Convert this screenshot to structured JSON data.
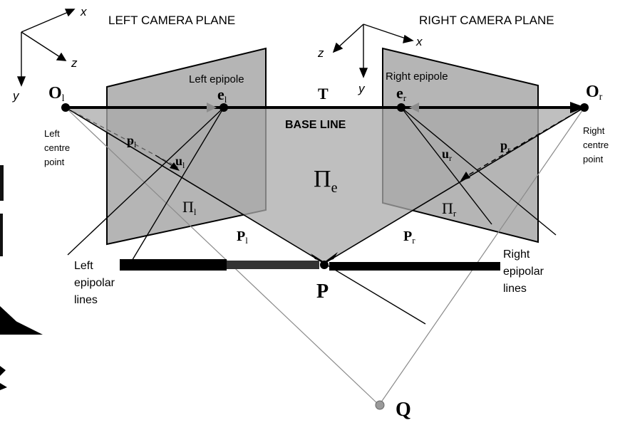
{
  "titles": {
    "left_camera_plane": "LEFT CAMERA PLANE",
    "right_camera_plane": "RIGHT CAMERA PLANE"
  },
  "axes_left": {
    "x": "x",
    "y": "y",
    "z": "z"
  },
  "axes_right": {
    "x": "x",
    "y": "y",
    "z": "z"
  },
  "points": {
    "O_left": {
      "main": "O",
      "sub": "l"
    },
    "O_right": {
      "main": "O",
      "sub": "r"
    },
    "e_left": {
      "main": "e",
      "sub": "l"
    },
    "e_right": {
      "main": "e",
      "sub": "r"
    },
    "T": "T",
    "p_left": {
      "main": "p",
      "sub": "l"
    },
    "p_right": {
      "main": "p",
      "sub": "r"
    },
    "u_left": {
      "main": "u",
      "sub": "l"
    },
    "u_right": {
      "main": "u",
      "sub": "r"
    },
    "Pi_left": {
      "main": "Π",
      "sub": "l"
    },
    "Pi_right": {
      "main": "Π",
      "sub": "r"
    },
    "Pi_e": {
      "main": "Π",
      "sub": "e"
    },
    "P_left": {
      "main": "P",
      "sub": "l"
    },
    "P_right": {
      "main": "P",
      "sub": "r"
    },
    "P": "P",
    "Q": "Q"
  },
  "labels": {
    "left_epipole": "Left epipole",
    "right_epipole": "Right epipole",
    "base_line": "BASE LINE",
    "left_centre_point": [
      "Left",
      "centre",
      "point"
    ],
    "right_centre_point": [
      "Right",
      "centre",
      "point"
    ],
    "left_epipolar_lines": [
      "Left",
      "epipolar",
      "lines"
    ],
    "right_epipolar_lines": [
      "Right",
      "epipolar",
      "lines"
    ]
  },
  "colors": {
    "plane_fill": "#b5b5b5",
    "epipolar_plane_fill": "#a9a9a9",
    "ink": "#000000",
    "paper": "#ffffff",
    "thin_line": "#8a8a8a",
    "point_q": "#9a9a9a"
  }
}
